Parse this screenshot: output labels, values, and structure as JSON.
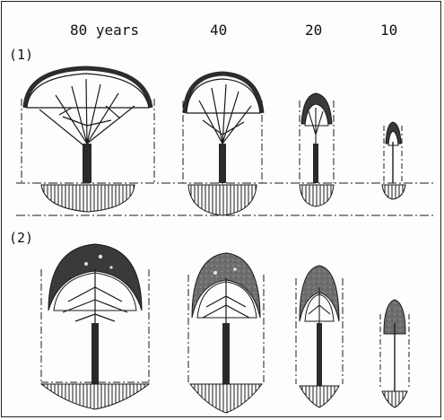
{
  "age_labels": [
    "80 years",
    "40",
    "20",
    "10"
  ],
  "rows": [
    {
      "label": "(1)"
    },
    {
      "label": "(2)"
    }
  ],
  "colors": {
    "ink": "#1a1a1a",
    "crown_dark": "#3a3a3a",
    "crown_grey": "#8a8a8a",
    "paper": "#fdfdfc"
  }
}
